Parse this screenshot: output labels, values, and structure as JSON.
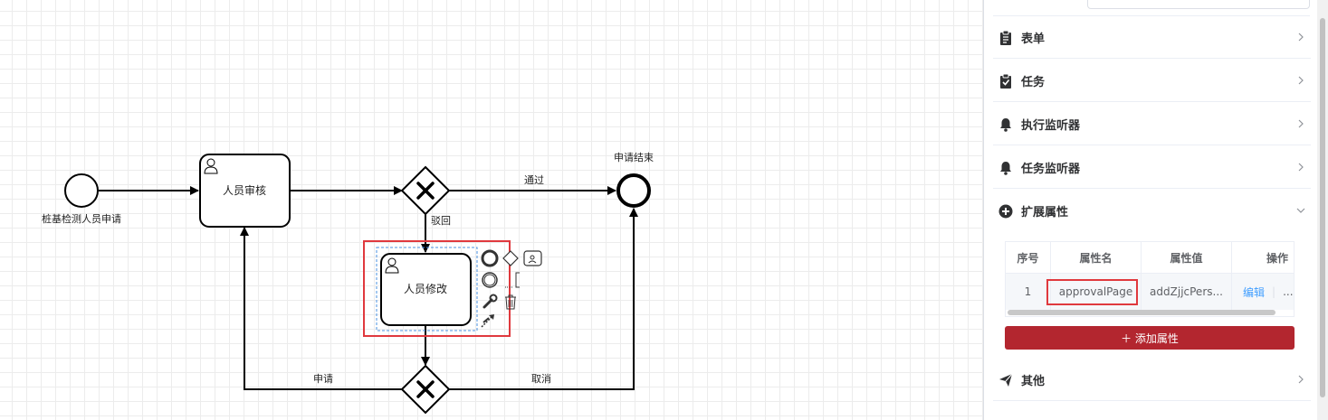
{
  "diagram": {
    "start_event_label": "桩基检测人员申请",
    "task_review_label": "人员审核",
    "task_modify_label": "人员修改",
    "end_event_label": "申请结束",
    "flow_pass_label": "通过",
    "flow_reject_label": "驳回",
    "flow_apply_label": "申请",
    "flow_cancel_label": "取消"
  },
  "panel": {
    "sections": [
      {
        "label": "表单",
        "icon": "clipboard-icon"
      },
      {
        "label": "任务",
        "icon": "clipboard-check-icon"
      },
      {
        "label": "执行监听器",
        "icon": "bell-icon"
      },
      {
        "label": "任务监听器",
        "icon": "bell-icon"
      },
      {
        "label": "扩展属性",
        "icon": "plus-circle-icon"
      },
      {
        "label": "其他",
        "icon": "paper-plane-icon"
      }
    ],
    "properties_table": {
      "headers": [
        "序号",
        "属性名",
        "属性值",
        "操作"
      ],
      "rows": [
        {
          "index": "1",
          "name": "approvalPage",
          "value": "addZjjcPers...",
          "action_edit": "编辑",
          "action_more": "..."
        }
      ]
    },
    "add_button_label": "＋ 添加属性"
  },
  "colors": {
    "accent": "#b3262f",
    "highlight": "#e0393e",
    "link": "#409eff"
  }
}
